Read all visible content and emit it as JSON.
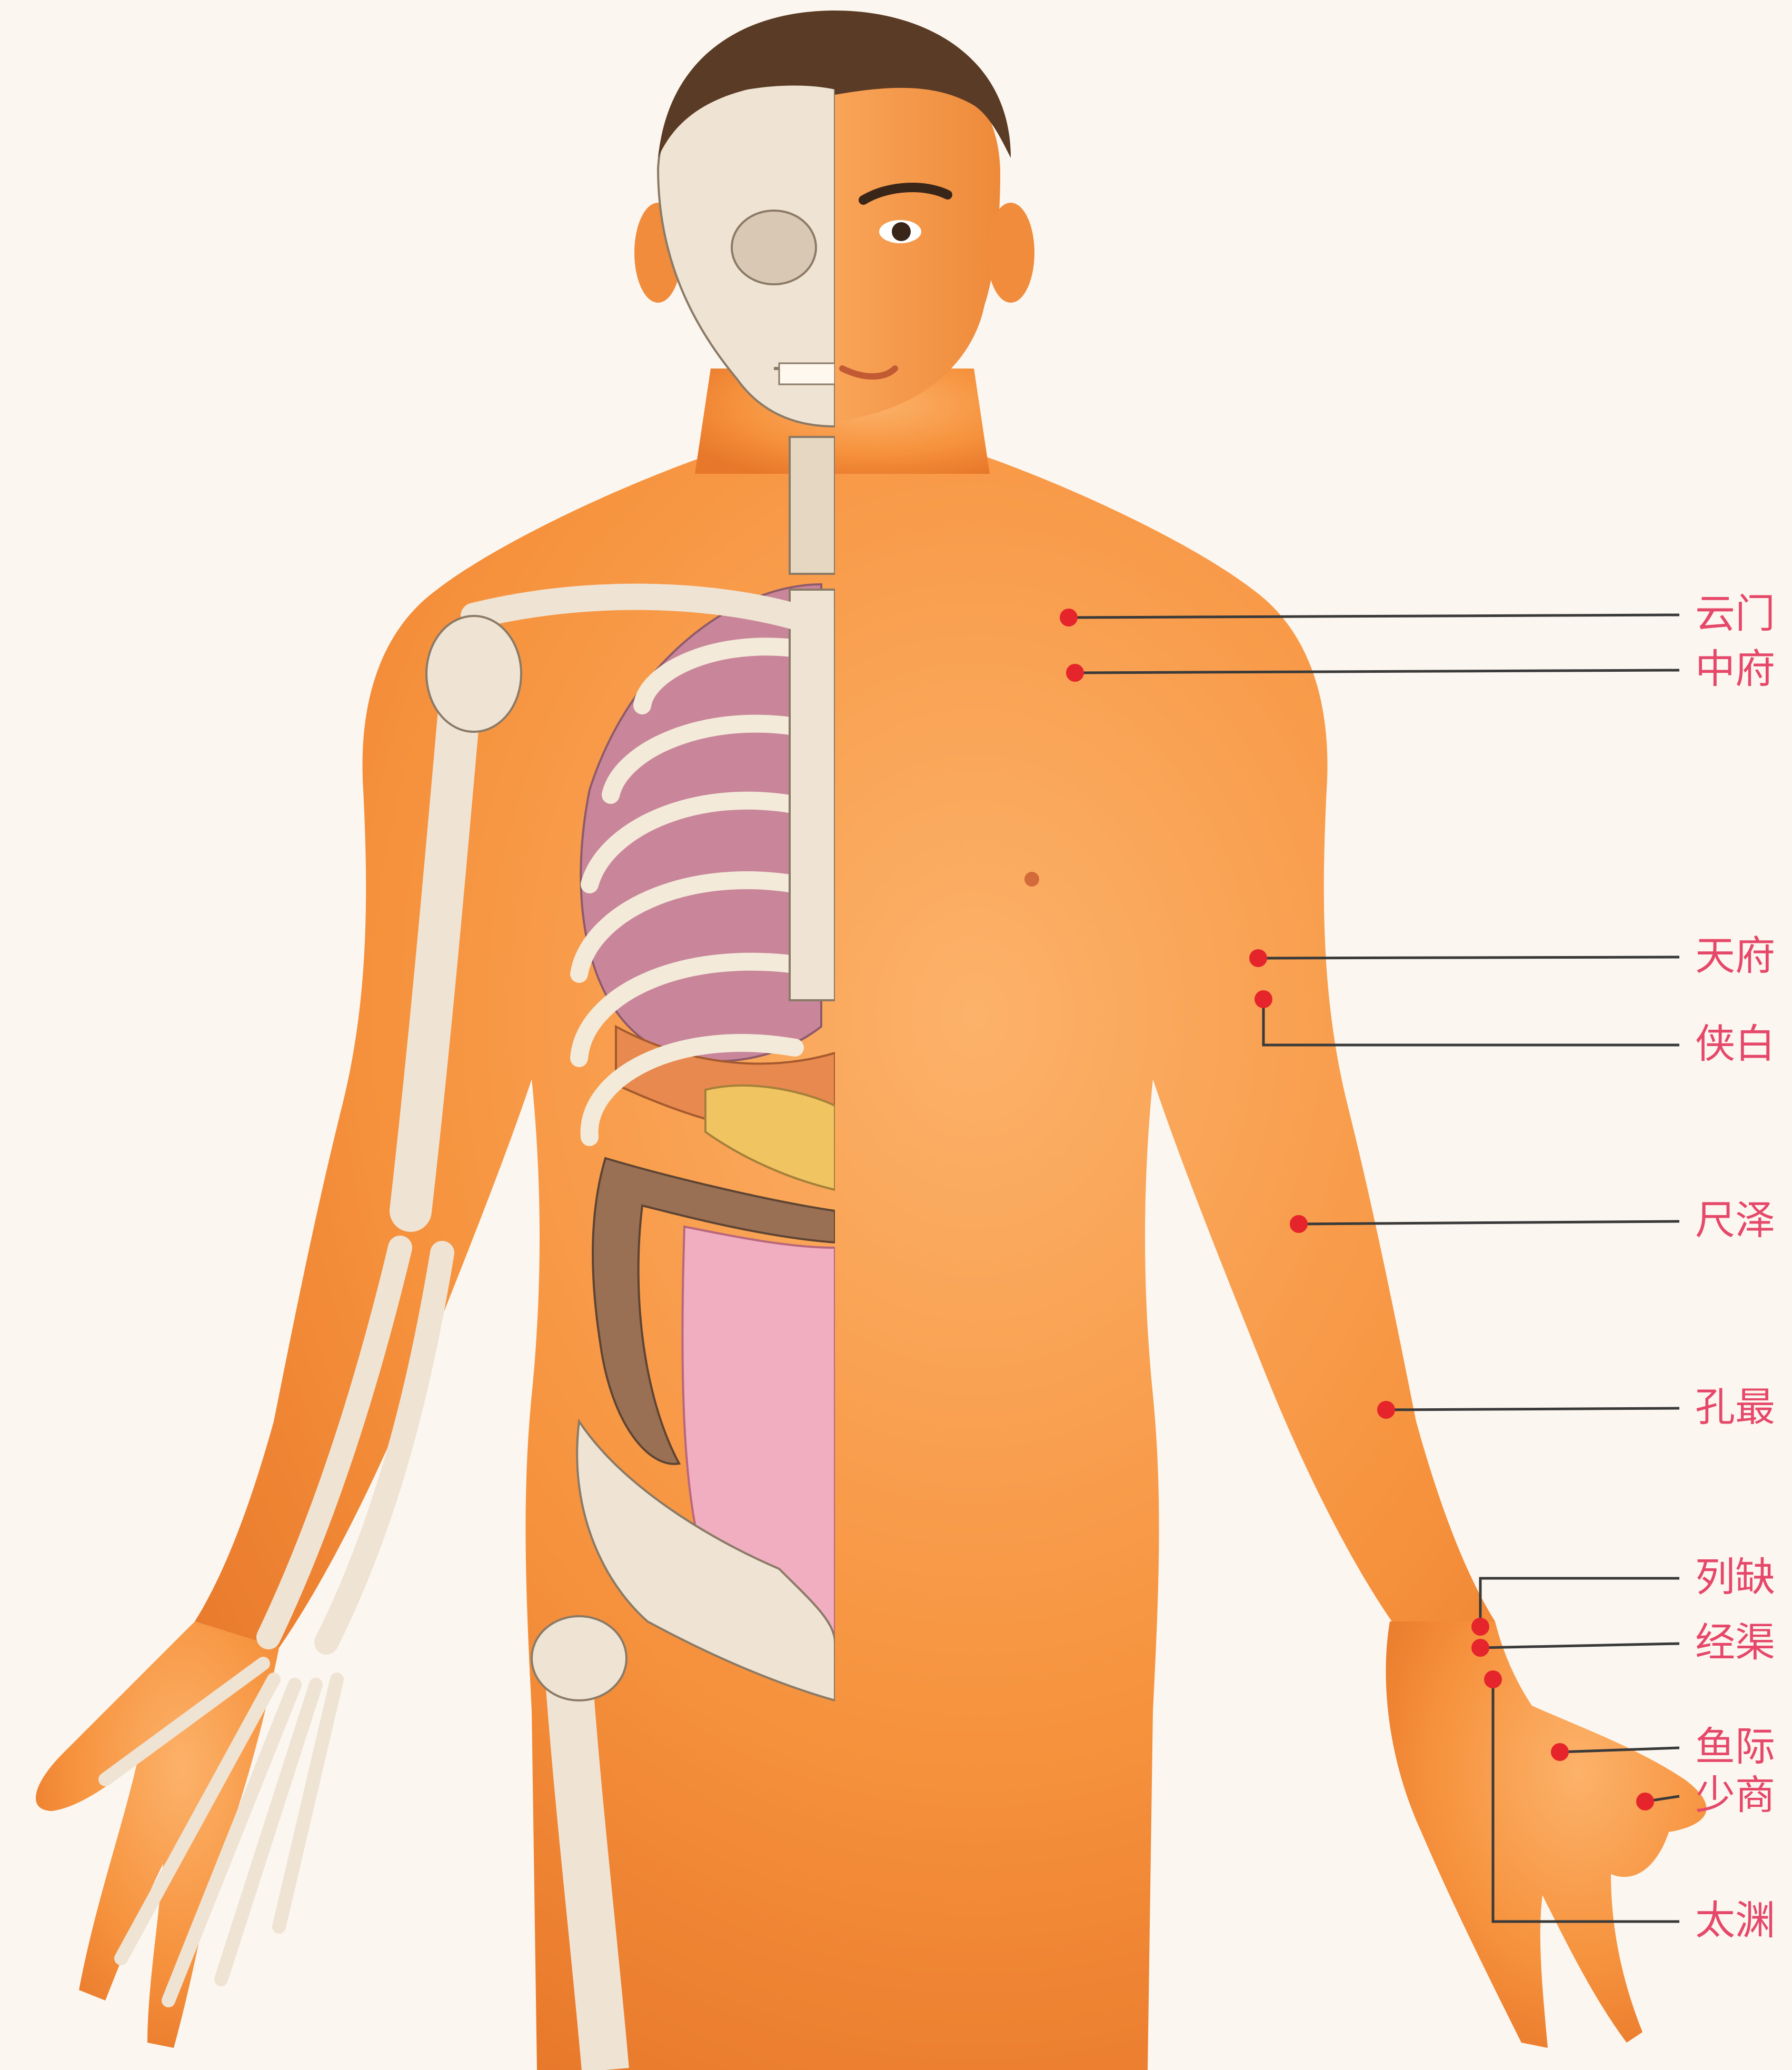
{
  "colors": {
    "background": "#fbf6ef",
    "skin": "#f6923d",
    "skin_light": "#fbb46b",
    "bone": "#efe3d3",
    "lung": "#c9869a",
    "intestine": "#f0aec0",
    "colon": "#9a7054",
    "point": "#e5242b",
    "leader": "#3a3a3a",
    "label": "#e6486a"
  },
  "acupoints": [
    {
      "name": "云门"
    },
    {
      "name": "中府"
    },
    {
      "name": "天府"
    },
    {
      "name": "侠白"
    },
    {
      "name": "尺泽"
    },
    {
      "name": "孔最"
    },
    {
      "name": "列缺"
    },
    {
      "name": "经渠"
    },
    {
      "name": "鱼际"
    },
    {
      "name": "少商"
    },
    {
      "name": "太渊"
    }
  ]
}
